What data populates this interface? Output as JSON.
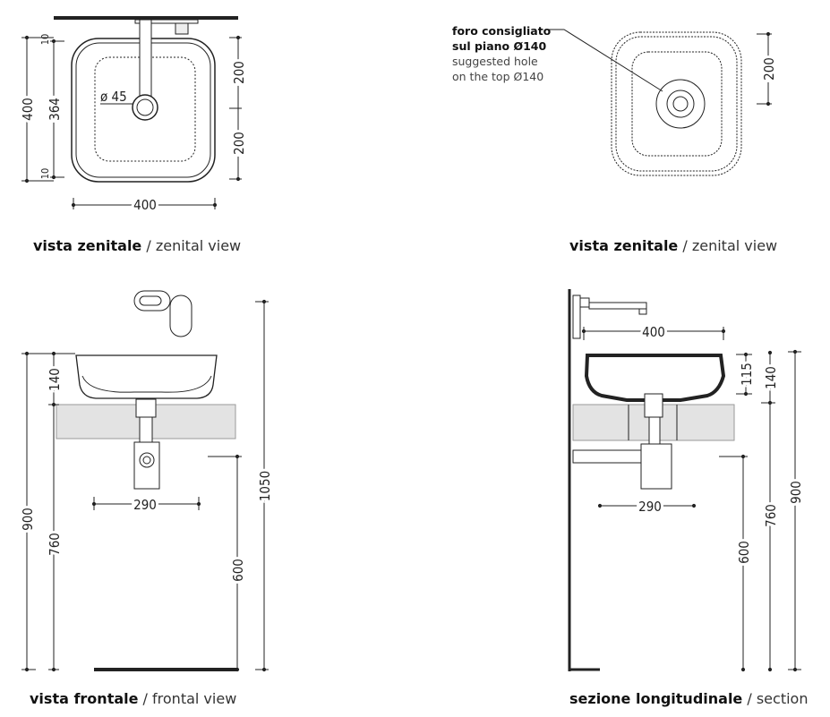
{
  "views": {
    "top_left": {
      "caption_bold": "vista zenitale",
      "caption_light": " / zenital view",
      "dims": {
        "height": "400",
        "inner": "364",
        "rim_top": "10",
        "rim_bottom": "10",
        "half_top": "200",
        "half_bottom": "200",
        "width": "400",
        "drain": "ø 45"
      }
    },
    "top_right": {
      "caption_bold": "vista zenitale",
      "caption_light": " / zenital view",
      "note": [
        "foro consigliato",
        "sul piano Ø140",
        "suggested hole",
        "on the top Ø140"
      ],
      "dims": {
        "half": "200"
      }
    },
    "front": {
      "caption_bold": "vista frontale",
      "caption_light": " / frontal view",
      "dims": {
        "basin": "140",
        "total": "900",
        "counter": "760",
        "trap": "600",
        "tap": "1050",
        "spacing": "290"
      }
    },
    "section": {
      "caption_bold": "sezione longitudinale",
      "caption_light": " / section",
      "dims": {
        "width": "400",
        "inner": "115",
        "basin": "140",
        "total": "900",
        "counter": "760",
        "trap": "600",
        "spacing": "290"
      }
    }
  },
  "colors": {
    "line": "#222222",
    "counter": "#e3e3e3"
  }
}
